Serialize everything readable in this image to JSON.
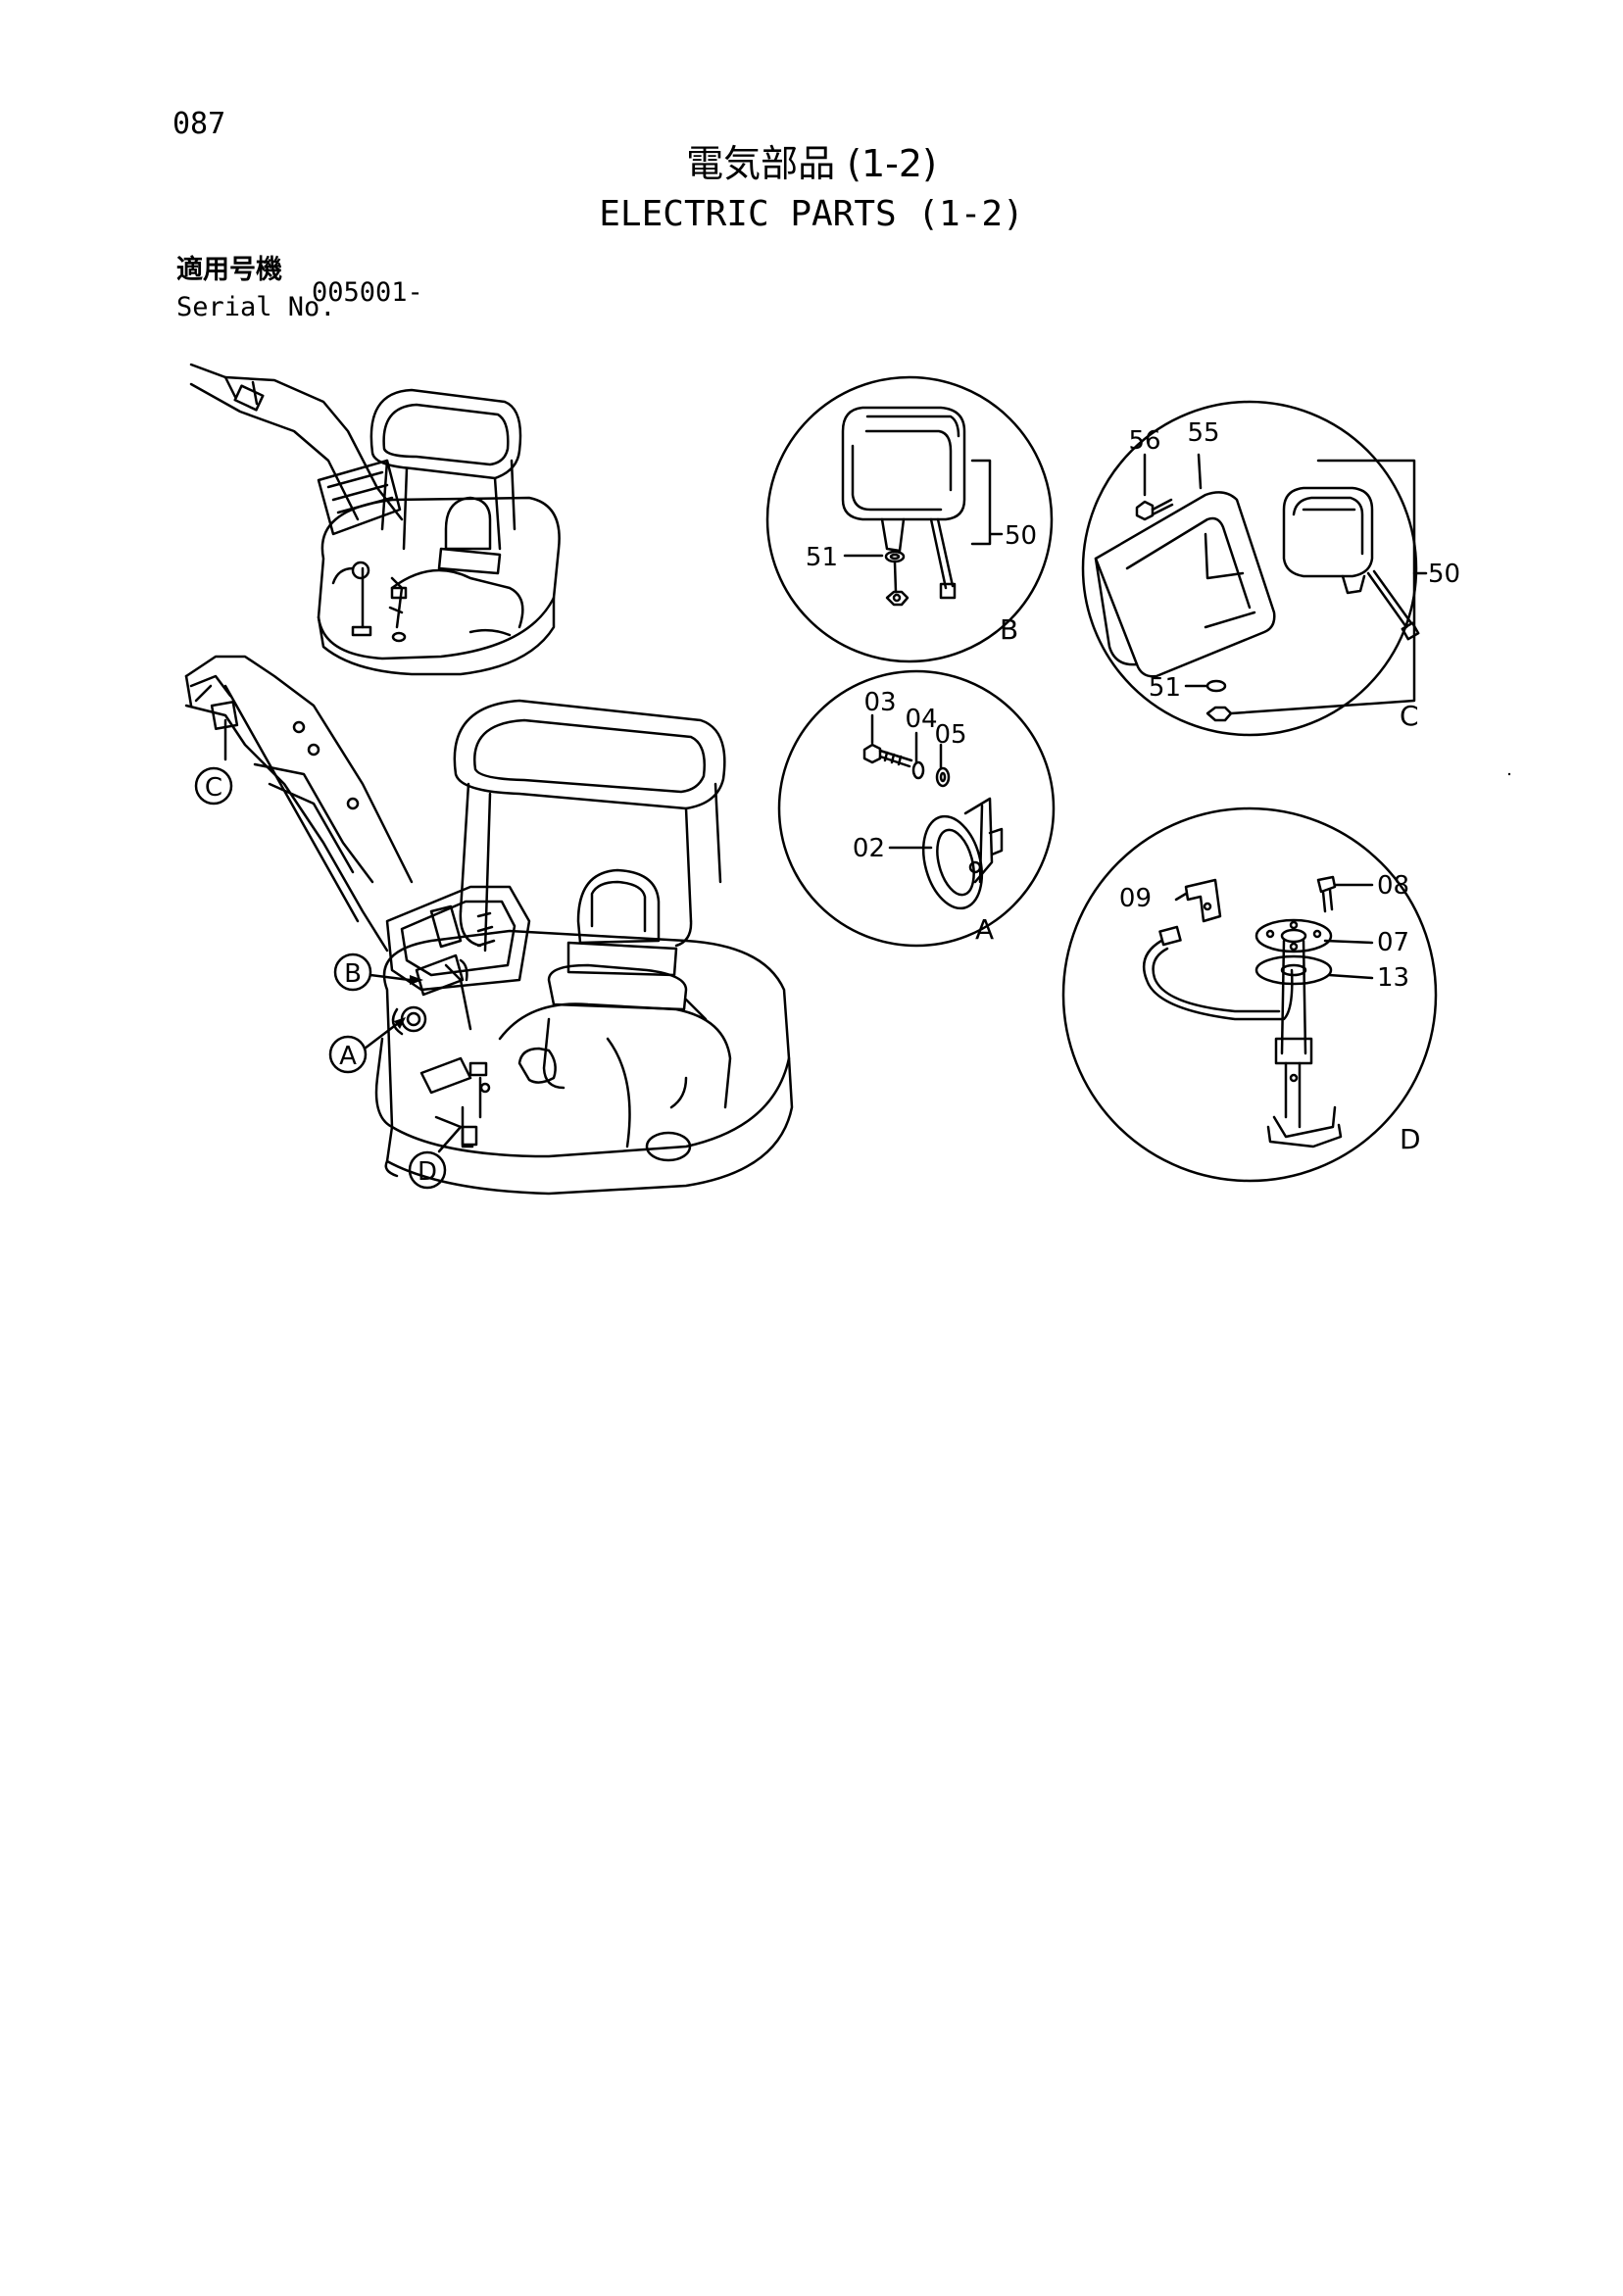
{
  "page": {
    "number": "087",
    "title_jp": "電気部品 (1-2)",
    "title_en": "ELECTRIC PARTS (1-2)",
    "serial_label_jp": "適用号機",
    "serial_label_en": "Serial No.",
    "serial_value": "005001-"
  },
  "callouts": {
    "B": {
      "letter": "B",
      "parts": [
        "51",
        "50"
      ]
    },
    "C": {
      "letter": "C",
      "parts": [
        "56",
        "55",
        "50",
        "51"
      ]
    },
    "A": {
      "letter": "A",
      "parts": [
        "03",
        "04",
        "05",
        "02"
      ]
    },
    "D": {
      "letter": "D",
      "parts": [
        "09",
        "08",
        "07",
        "13"
      ]
    }
  },
  "machine_markers": [
    "C",
    "B",
    "A",
    "D"
  ]
}
